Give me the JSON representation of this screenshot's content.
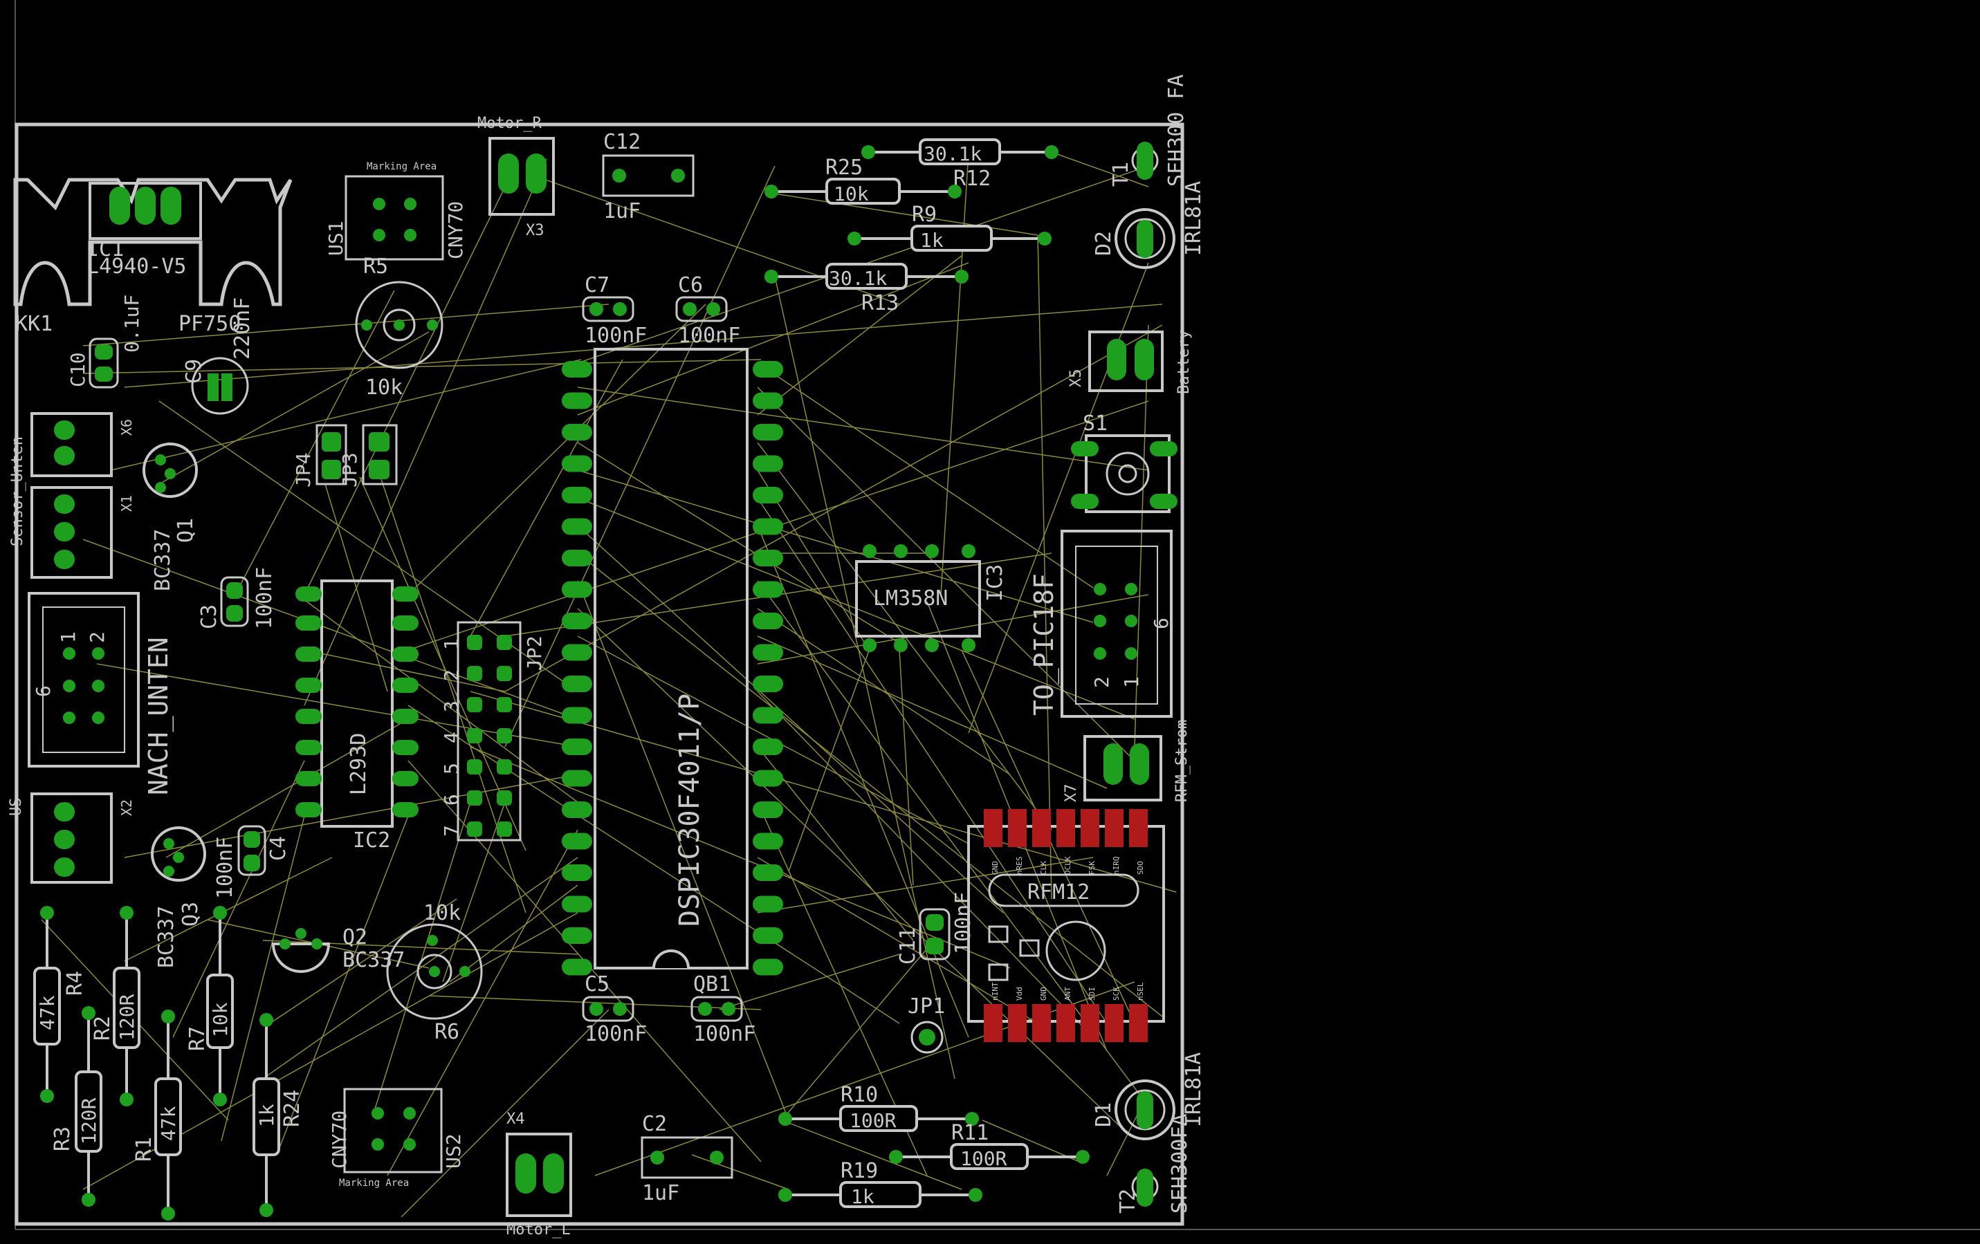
{
  "colors": {
    "background": "#000000",
    "outline": "#c8c8c8",
    "pad": "#1ea01e",
    "airwire": "#8a8a3a",
    "smd": "#b01a1a"
  },
  "labels": {
    "ic1": "IC1",
    "ic1_part": "L4940-V5",
    "kk1": "KK1",
    "c9": "C9",
    "c9_val": "220nF",
    "pf": "PF750",
    "c10": "C10",
    "c10_val": "0.1uF",
    "marking1": "Marking Area",
    "us1": "US1",
    "cny70a": "CNY70",
    "r5": "R5",
    "r5_val": "10k",
    "motor_r": "Motor_R",
    "x3": "X3",
    "c12": "C12",
    "c12_val": "1uF",
    "r25": "R25",
    "r25_val": "10k",
    "r12": "R12",
    "r12_val": "30.1k",
    "r9": "R9",
    "r9_val": "1k",
    "r13": "R13",
    "r13_val": "30.1k",
    "t1": "T1",
    "sfh300fa": "SFH300 FA",
    "d2": "D2",
    "irl81a_top": "IRL81A",
    "c7": "C7",
    "c7_val": "100nF",
    "c6": "C6",
    "c6_val": "100nF",
    "x5": "X5",
    "battery": "Battery",
    "s1": "S1",
    "sensor_unten": "Sensor_Unten",
    "x6": "X6",
    "x1": "X1",
    "q1": "Q1",
    "q1_part": "BC337",
    "jp4": "JP4",
    "jp3": "JP3",
    "ic3": "IC3",
    "lm358": "LM358N",
    "c3": "C3",
    "c3_val": "100nF",
    "nach_unten": "NACH_UNTEN",
    "to_pic": "TO_PIC18F",
    "l293d": "L293D",
    "ic2": "IC2",
    "jp2": "JP2",
    "dspic": "DSPIC30F4011/P",
    "rfm_strom": "RFM_Strom",
    "x7": "X7",
    "us": "US",
    "x2": "X2",
    "q3": "Q3",
    "q3_part": "BC337",
    "c4": "C4",
    "c4_val": "100nF",
    "rfm12": "RFM12",
    "q2": "Q2",
    "q2_part": "BC337",
    "r6_val": "10k",
    "r6": "R6",
    "c11": "C11",
    "c11_val": "100nF",
    "r4": "R4",
    "r4_val": "47k",
    "r2": "R2",
    "r2_val": "120R",
    "r7": "R7",
    "r7_val": "10k",
    "jp1": "JP1",
    "c5": "C5",
    "c5_val": "100nF",
    "qb1": "QB1",
    "qb1_val": "100nF",
    "r3": "R3",
    "r3_val": "120R",
    "r1": "R1",
    "r1_val": "47k",
    "r24": "R24",
    "r24_val": "1k",
    "cny70b": "CNY70",
    "us2": "US2",
    "marking2": "Marking Area",
    "x4": "X4",
    "motor_l": "Motor_L",
    "c2": "C2",
    "c2_val": "1uF",
    "r10": "R10",
    "r10_val": "100R",
    "r11": "R11",
    "r11_val": "100R",
    "r19": "R19",
    "r19_val": "1k",
    "d1": "D1",
    "irl81a_bot": "IRL81A",
    "t2": "T2",
    "sfh300fa_b": "SFH300FA"
  },
  "pin_nums": {
    "one": "1",
    "two": "2",
    "three": "3",
    "four": "4",
    "five": "5",
    "six": "6",
    "seven": "7"
  },
  "rfm_pins_top": [
    "GND",
    "nRES",
    "CLK",
    "DCLK",
    "FSK",
    "nIRQ",
    "SDO"
  ],
  "rfm_pins_bottom": [
    "nINT",
    "Vdd",
    "GND",
    "ANT",
    "SDI",
    "SCK",
    "nSEL"
  ]
}
